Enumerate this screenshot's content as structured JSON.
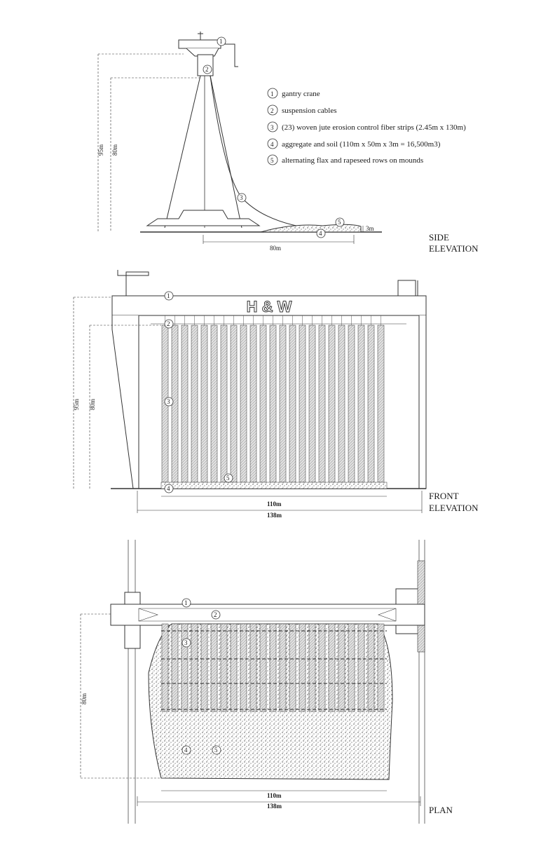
{
  "legend": [
    {
      "num": "1",
      "text": "gantry crane"
    },
    {
      "num": "2",
      "text": "suspension cables"
    },
    {
      "num": "3",
      "text": "(23) woven jute erosion control fiber strips (2.45m x 130m)"
    },
    {
      "num": "4",
      "text": "aggregate and soil (110m x 50m x 3m = 16,500m3)"
    },
    {
      "num": "5",
      "text": "alternating flax and rapeseed rows on mounds"
    }
  ],
  "side": {
    "title1": "SIDE",
    "title2": "ELEVATION",
    "dim_95": "95m",
    "dim_80": "80m",
    "dim_80h": "80m",
    "dim_3": "3m"
  },
  "front": {
    "title1": "FRONT",
    "title2": "ELEVATION",
    "logo": "H & W",
    "dim_95": "95m",
    "dim_80": "80m",
    "dim_110": "110m",
    "dim_138": "138m"
  },
  "plan": {
    "title": "PLAN",
    "dim_80": "80m",
    "dim_110": "110m",
    "dim_138": "138m"
  },
  "callouts": {
    "c1": "1",
    "c2": "2",
    "c3": "3",
    "c4": "4",
    "c5": "5"
  },
  "strip_count": 23,
  "colors": {
    "line": "#333333",
    "hatch": "#bdbdbd",
    "dark": "#1a1a1a"
  }
}
